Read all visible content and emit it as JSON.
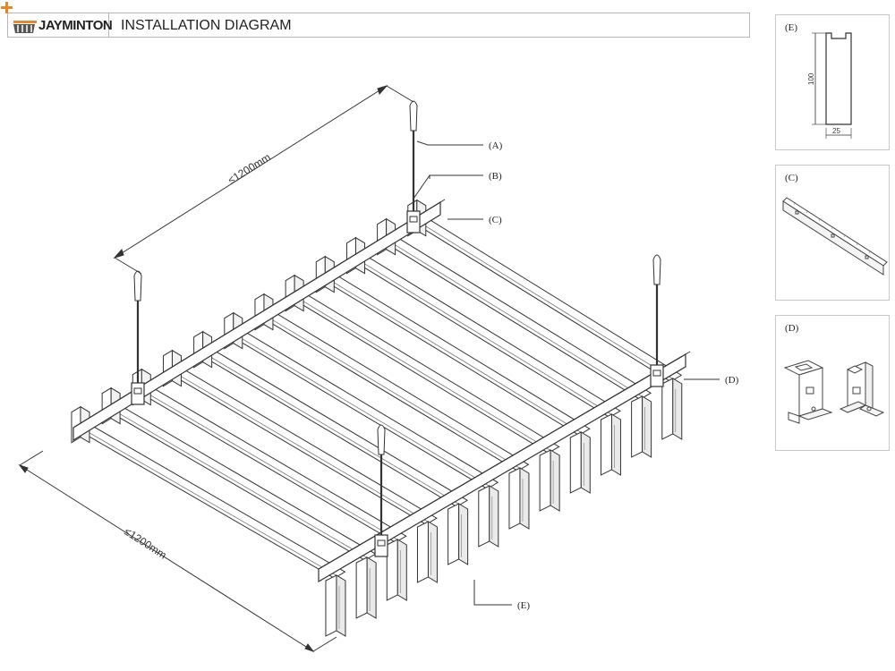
{
  "header": {
    "brand": "JAYMINTON",
    "title": "INSTALLATION DIAGRAM"
  },
  "callouts": {
    "a": "(A)",
    "b": "(B)",
    "c": "(C)",
    "d": "(D)",
    "e": "(E)"
  },
  "dimensions": {
    "top": "≤1200mm",
    "bottom": "≤1200mm"
  },
  "panels": {
    "e": {
      "label": "(E)",
      "height": "100",
      "width": "25"
    },
    "c": {
      "label": "(C)"
    },
    "d": {
      "label": "(D)"
    }
  },
  "colors": {
    "logo_orange": "#e8872a",
    "logo_dark": "#333333",
    "line": "#333333"
  }
}
